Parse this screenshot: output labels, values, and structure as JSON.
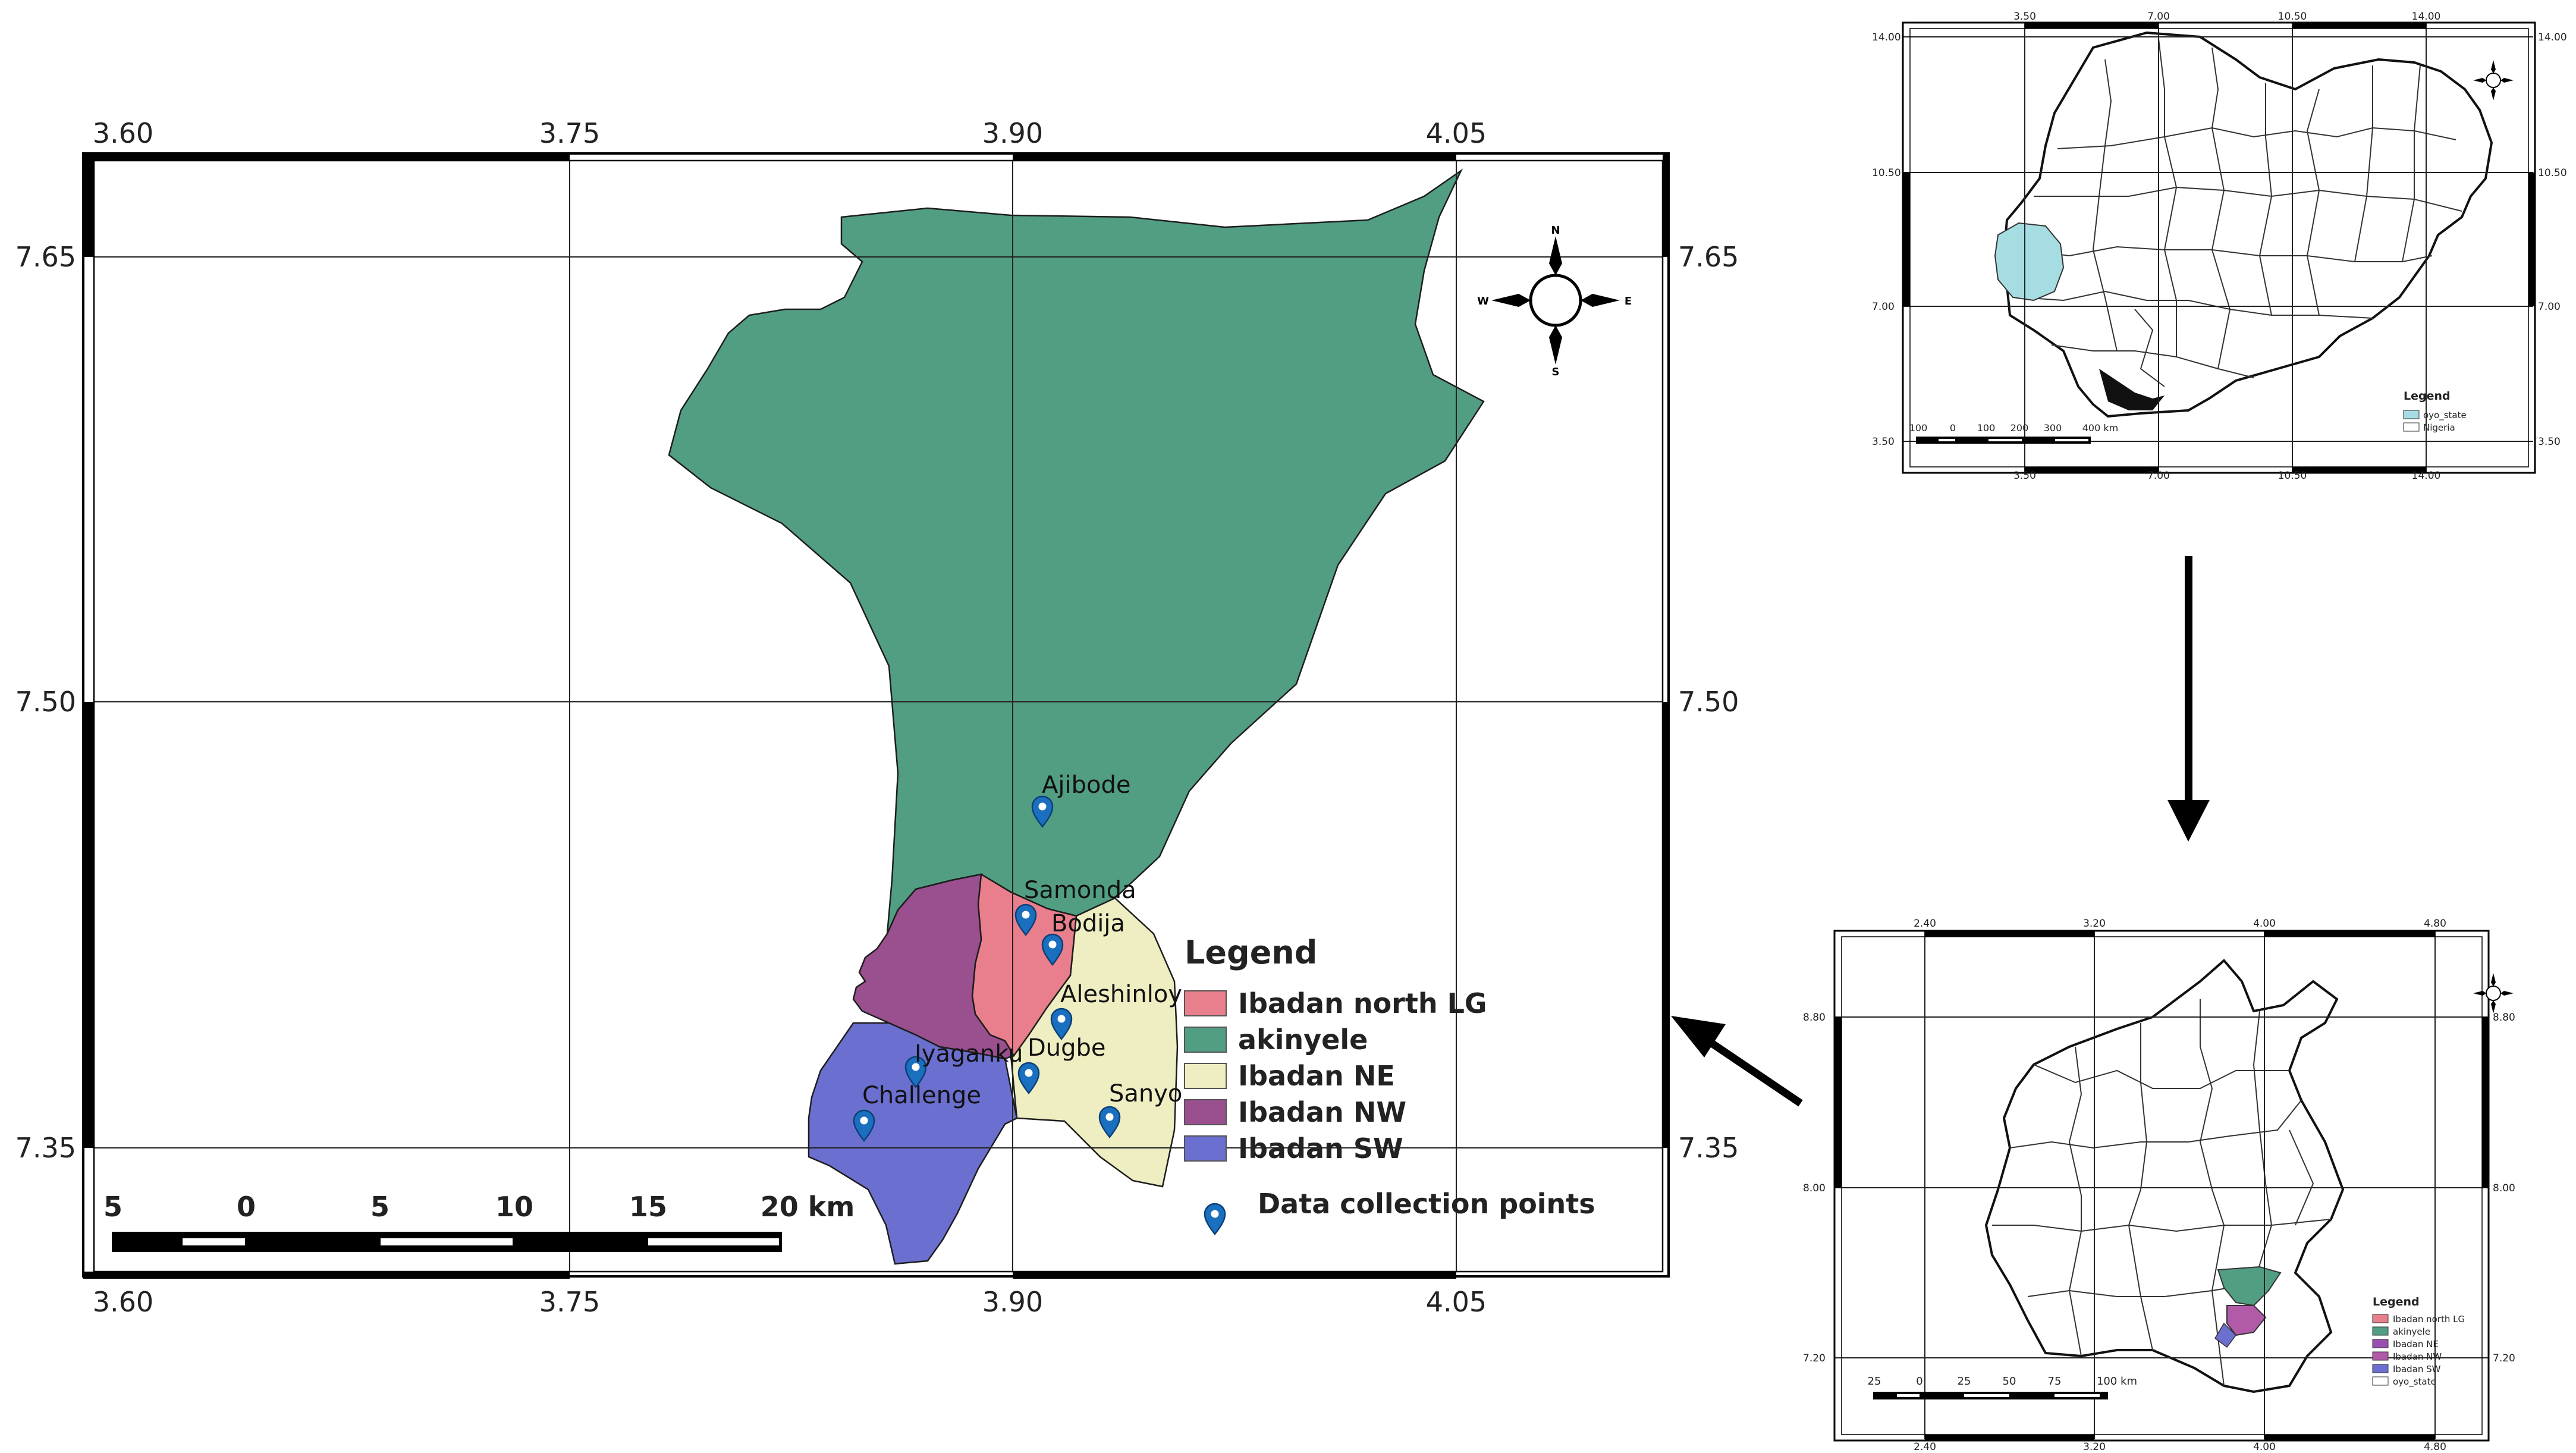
{
  "main_map": {
    "top_ticks": [
      "3.60",
      "3.75",
      "3.90",
      "4.05"
    ],
    "bottom_ticks": [
      "3.60",
      "3.75",
      "3.90",
      "4.05"
    ],
    "left_ticks": [
      "7.65",
      "7.50",
      "7.35"
    ],
    "right_ticks": [
      "7.65",
      "7.50",
      "7.35"
    ],
    "compass": {
      "n": "N",
      "s": "S",
      "e": "E",
      "w": "W"
    },
    "scale_bar_labels": [
      "5",
      "0",
      "5",
      "10",
      "15",
      "20 km"
    ],
    "legend": {
      "title": "Legend",
      "items": [
        {
          "label": "Ibadan north LG",
          "color": "#e97f8c"
        },
        {
          "label": "akinyele",
          "color": "#529e83"
        },
        {
          "label": "Ibadan NE",
          "color": "#eeeec2"
        },
        {
          "label": "Ibadan NW",
          "color": "#9a4f8f"
        },
        {
          "label": "Ibadan SW",
          "color": "#6b6fcf"
        }
      ],
      "points_label": "Data collection points",
      "marker_color": "#1a6fbf"
    },
    "points": [
      "Ajibode",
      "Samonda",
      "Bodija",
      "Aleshinloy",
      "Dugbe",
      "Iyaganku",
      "Challenge",
      "Sanyo"
    ]
  },
  "nigeria_map": {
    "top_ticks": [
      "3.50",
      "7.00",
      "10.50",
      "14.00"
    ],
    "bottom_ticks": [
      "3.50",
      "7.00",
      "10.50",
      "14.00"
    ],
    "left_ticks": [
      "14.00",
      "10.50",
      "7.00",
      "3.50"
    ],
    "right_ticks": [
      "14.00",
      "10.50",
      "7.00",
      "3.50"
    ],
    "scale_bar_labels": [
      "100",
      "0",
      "100",
      "200",
      "300",
      "400 km"
    ],
    "legend": {
      "title": "Legend",
      "items": [
        {
          "label": "oyo_state",
          "color": "#a6dde3"
        },
        {
          "label": "Nigeria",
          "color": "#ffffff"
        }
      ]
    }
  },
  "oyo_map": {
    "top_ticks": [
      "2.40",
      "3.20",
      "4.00",
      "4.80"
    ],
    "bottom_ticks": [
      "2.40",
      "3.20",
      "4.00",
      "4.80"
    ],
    "left_ticks": [
      "8.80",
      "8.00",
      "7.20"
    ],
    "right_ticks": [
      "8.80",
      "8.00",
      "7.20"
    ],
    "scale_bar_labels": [
      "25",
      "0",
      "25",
      "50",
      "75",
      "100 km"
    ],
    "legend": {
      "title": "Legend",
      "items": [
        {
          "label": "Ibadan north LG",
          "color": "#e97f8c"
        },
        {
          "label": "akinyele",
          "color": "#529e83"
        },
        {
          "label": "Ibadan NE",
          "color": "#9a4fb0"
        },
        {
          "label": "Ibadan NW",
          "color": "#b05aa8"
        },
        {
          "label": "Ibadan SW",
          "color": "#6b6fcf"
        },
        {
          "label": "oyo_state",
          "color": "#ffffff"
        }
      ]
    }
  }
}
